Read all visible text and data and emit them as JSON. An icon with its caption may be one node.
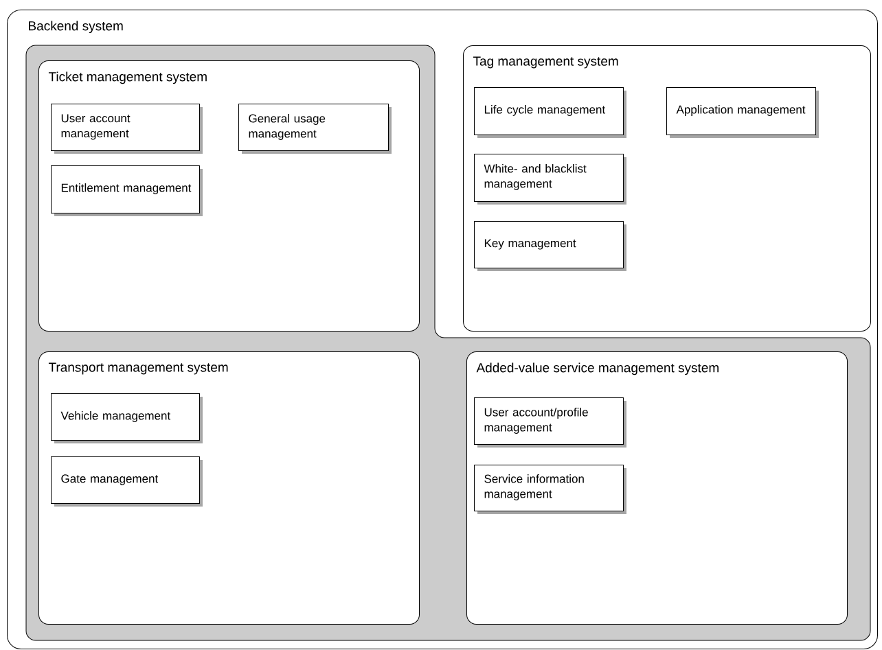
{
  "diagram": {
    "nodes": [
      {
        "text": [
          "Backend system"
        ]
      },
      {
        "text": [
          "Ticket management system"
        ],
        "in": 0
      },
      {
        "text": [
          "User account management"
        ],
        "in": 1
      },
      {
        "text": [
          "General usage management"
        ],
        "in": 1
      },
      {
        "text": [
          "Entitlement management"
        ],
        "in": 1
      },
      {
        "text": [
          "Tag management system"
        ],
        "in": 0
      },
      {
        "text": [
          "Life cycle management"
        ],
        "in": 5
      },
      {
        "text": [
          "Application management"
        ],
        "in": 5
      },
      {
        "text": [
          "White- and blacklist management"
        ],
        "in": 5
      },
      {
        "text": [
          "Key management"
        ],
        "in": 5
      },
      {
        "text": [
          "Transport management system"
        ],
        "in": 0
      },
      {
        "text": [
          "Vehicle management"
        ],
        "in": 10
      },
      {
        "text": [
          "Gate management"
        ],
        "in": 10
      },
      {
        "text": [
          "Added-value service management system"
        ],
        "in": 0
      },
      {
        "text": [
          "User account/profile management"
        ],
        "in": 13
      },
      {
        "text": [
          "Service information management"
        ],
        "in": 13
      }
    ]
  }
}
